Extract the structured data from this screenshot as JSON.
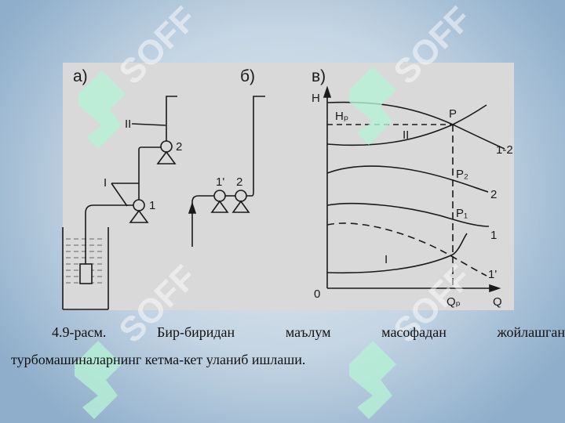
{
  "figure": {
    "panel_a": {
      "label": "а)",
      "labels": {
        "line_II": "II",
        "line_I": "I",
        "pump1": "1",
        "pump2": "2"
      }
    },
    "panel_b": {
      "label": "б)",
      "labels": {
        "pump1p": "1'",
        "pump2": "2"
      }
    },
    "panel_v": {
      "label": "в)",
      "axis_y": "H",
      "axis_x": "Q",
      "origin": "0",
      "hp": "Hₚ",
      "qp": "Qₚ",
      "points": {
        "p": "P",
        "p2": "P₂",
        "p1": "P₁"
      },
      "curves": {
        "c12": "1-2",
        "c2": "2",
        "c1": "1",
        "c1p": "1'",
        "cII": "II",
        "cI": "I"
      }
    }
  },
  "caption": {
    "line1_words": [
      "4.9-расм.",
      "Бир-биридан",
      "маълум",
      "масофадан",
      "жойлашган"
    ],
    "line2": "турбомашиналарнинг кетма-кет уланиб ишлаши."
  },
  "watermark": "SOFF",
  "colors": {
    "figure_bg": "#d9d9d9",
    "ink": "#1a1a1a",
    "watermark_green": "#b6f2d6"
  }
}
